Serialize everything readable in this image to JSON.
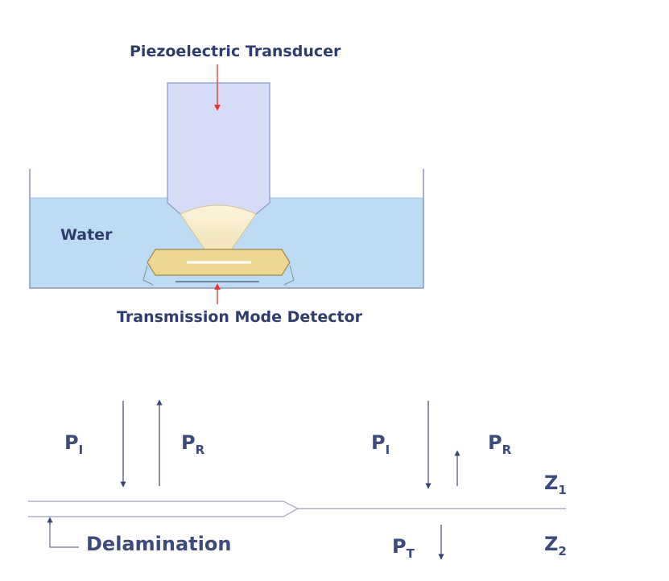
{
  "labels": {
    "transducer": "Piezoelectric Transducer",
    "water": "Water",
    "detector": "Transmission Mode Detector",
    "delamination": "Delamination"
  },
  "symbols": {
    "p_incident_left": {
      "main": "P",
      "sub": "I"
    },
    "p_reflected_left": {
      "main": "P",
      "sub": "R"
    },
    "p_incident_right": {
      "main": "P",
      "sub": "I"
    },
    "p_reflected_right": {
      "main": "P",
      "sub": "R"
    },
    "p_transmitted": {
      "main": "P",
      "sub": "T"
    },
    "z1": {
      "main": "Z",
      "sub": "1"
    },
    "z2": {
      "main": "Z",
      "sub": "2"
    }
  },
  "colors": {
    "label_text": "#2e3d6e",
    "water": "#bcdcf5",
    "transducer": "#d6dcf8",
    "beam": "#f6ebcc",
    "sample": "#ecd892",
    "pointer_arrow": "#e8332a",
    "wave_arrow": "#3a4570"
  }
}
